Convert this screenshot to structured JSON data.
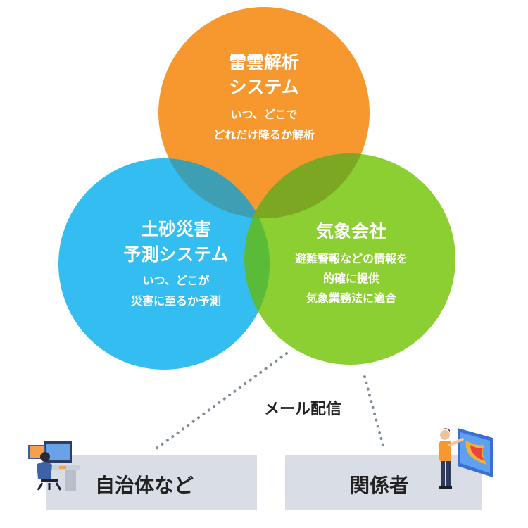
{
  "circles": {
    "raiun": {
      "title_line1": "雷雲解析",
      "title_line2": "システム",
      "desc_line1": "いつ、どこで",
      "desc_line2": "どれだけ降るか解析",
      "color": "#f7982f"
    },
    "dosha": {
      "title_line1": "土砂災害",
      "title_line2": "予測システム",
      "desc_line1": "いつ、どこが",
      "desc_line2": "災害に至るか予測",
      "color": "#34bdf1"
    },
    "kisho": {
      "title": "気象会社",
      "desc_line1": "避難警報などの情報を",
      "desc_line2": "的確に提供",
      "desc_line3": "気象業務法に適合",
      "color": "#8ccf33"
    }
  },
  "delivery": {
    "label": "メール配信"
  },
  "recipients": {
    "local_gov": {
      "label": "自治体など",
      "icon": "office-worker-at-desk-icon"
    },
    "stakeholders": {
      "label": "関係者",
      "icon": "presenter-with-map-screen-icon"
    }
  },
  "colors": {
    "overlap_orange_blue": "#3e9fb4",
    "overlap_orange_green": "#7ba723",
    "overlap_blue_green": "#59bb37",
    "box_bg": "#d9dde6",
    "dotted_line": "#7f8c9a"
  }
}
